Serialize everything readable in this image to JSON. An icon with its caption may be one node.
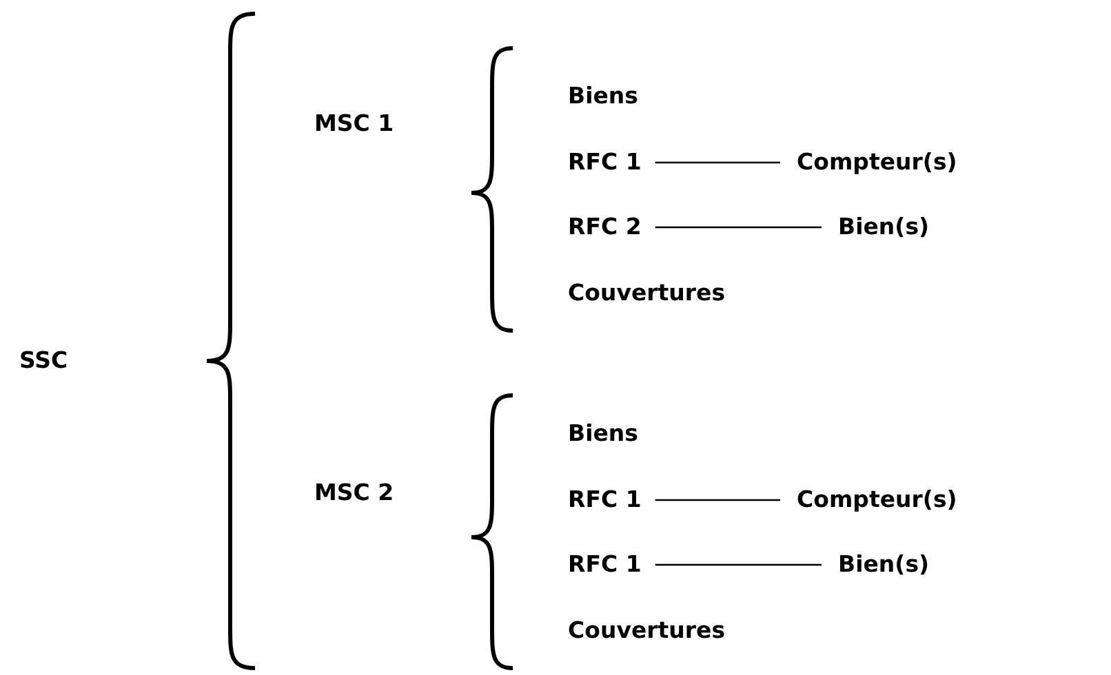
{
  "diagram": {
    "nodes": [
      {
        "text": [
          "SSC"
        ]
      },
      {
        "text": [
          "MSC 1"
        ]
      },
      {
        "text": [
          "Biens"
        ]
      },
      {
        "text": [
          "RFC 1"
        ]
      },
      {
        "text": [
          "Compteur(s)"
        ]
      },
      {
        "text": [
          "RFC 2"
        ]
      },
      {
        "text": [
          "Bien(s)"
        ]
      },
      {
        "text": [
          "Couvertures"
        ]
      },
      {
        "text": [
          "MSC 2"
        ]
      },
      {
        "text": [
          "Biens"
        ]
      },
      {
        "text": [
          "RFC 1"
        ]
      },
      {
        "text": [
          "Compteur(s)"
        ]
      },
      {
        "text": [
          "RFC 1"
        ]
      },
      {
        "text": [
          "Bien(s)"
        ]
      },
      {
        "text": [
          "Couvertures"
        ]
      }
    ],
    "edges": [
      {
        "from": 3,
        "to": 4,
        "arrow": "none"
      },
      {
        "from": 5,
        "to": 6,
        "arrow": "none"
      },
      {
        "from": 10,
        "to": 11,
        "arrow": "none"
      },
      {
        "from": 12,
        "to": 13,
        "arrow": "none"
      }
    ]
  }
}
